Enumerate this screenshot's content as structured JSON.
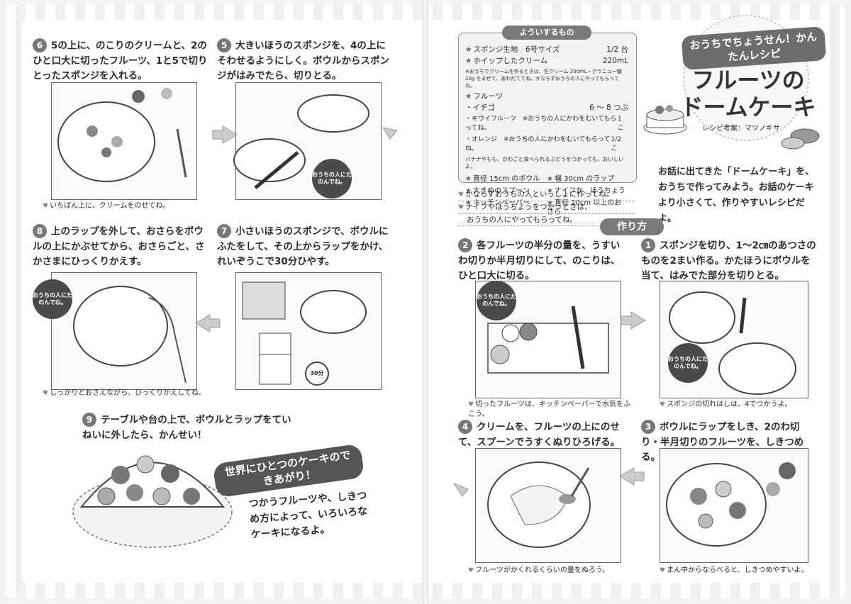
{
  "header": {
    "series": "おうちでちょうせん！かんたんレシピ",
    "title_line1": "フルーツの",
    "title_line2": "ドームケーキ",
    "credit": "レシピ考案：マツノキサ"
  },
  "intro": "お話に出てきた「ドームケーキ」を、おうちで作ってみよう。お話のケーキより小さくて、作りやすいレシピだよ。",
  "ingredients": {
    "label": "よういするもの",
    "items": [
      {
        "name": "スポンジ生地　6号サイズ",
        "qty": "1/2 台"
      },
      {
        "name": "ホイップしたクリーム",
        "qty": "220mL"
      },
      {
        "name": "※おうちでクリームを作るときは、生クリーム 200mL・グラニュー糖 20g をまぜて、あわだててね。かならずおうちの人にやってもらってね。",
        "qty": ""
      },
      {
        "name": "フルーツ",
        "qty": ""
      },
      {
        "name": "・イチゴ",
        "qty": "6 ～ 8 つぶ"
      },
      {
        "name": "・キウイフルーツ　※おうちの人にかわをむいてもらってね。",
        "qty": "1 こ"
      },
      {
        "name": "・オレンジ　※おうちの人にかわをむいてもらってね。",
        "qty": "1/2 こ"
      },
      {
        "name": "バナナやもも、かわごと食べられるぶどうをつかっても、おいしいよ。",
        "qty": ""
      }
    ],
    "tools": [
      "直径 15cm のボウル",
      "幅 30cm のラップ",
      "大きめのスプーン",
      "ナイフか、ほうちょう",
      "キッチンペーパー",
      "直径 20cm 以上のおさら"
    ]
  },
  "cautions": [
    "かならずおうちの人といっしょに作ってね。",
    "ナイフやほうちょうをつかうときは、",
    "おうちの人にやってもらってね。"
  ],
  "howto_label": "作り方",
  "bubble_text": "おうちの人にたのんでね。",
  "steps": [
    {
      "num": "1",
      "text": "スポンジを切り、1～2㎝のあつさのものを2まい作る。かたほうにボウルを当て、はみでた部分を切りとる。",
      "note": "スポンジの切れはしは、4でつかうよ。"
    },
    {
      "num": "2",
      "text": "各フルーツの半分の量を、うすいわ切りか半月切りにして、のこりは、ひと口大に切る。",
      "note": "切ったフルーツは、キッチンペーパーで水気をふこう。"
    },
    {
      "num": "3",
      "text": "ボウルにラップをしき、2のわ切り・半月切りのフルーツを、しきつめる。",
      "note": "まん中からならべると、しきつめやすいよ。"
    },
    {
      "num": "4",
      "text": "クリームを、フルーツの上にのせて、スプーンでうすくぬりひろげる。",
      "note": "フルーツがかくれるくらいの量をぬろう。"
    },
    {
      "num": "5",
      "text": "大きいほうのスポンジを、4の上にそわせるようにしく。ボウルからスポンジがはみでたら、切りとる。",
      "note": ""
    },
    {
      "num": "6",
      "text": "5の上に、のこりのクリームと、2のひと口大に切ったフルーツ、1と5で切りとったスポンジを入れる。",
      "note": "いちばん上に、クリームをのせてね。"
    },
    {
      "num": "7",
      "text": "小さいほうのスポンジで、ボウルにふたをして、その上からラップをかけ、れいぞうこで30分ひやす。",
      "note": ""
    },
    {
      "num": "8",
      "text": "上のラップを外して、おさらをボウルの上にかぶせてから、おさらごと、さかさまにひっくりかえす。",
      "note": "しっかりとおさえながら、ひっくりかえしてね。"
    },
    {
      "num": "9",
      "text": "テーブルや台の上で、ボウルとラップをていねいに外したら、かんせい！",
      "note": ""
    }
  ],
  "finale": {
    "banner": "世界にひとつのケーキのできあがり！",
    "text": "つかうフルーツや、しきつめ方によって、いろいろなケーキになるよ。"
  },
  "timer": "30分"
}
